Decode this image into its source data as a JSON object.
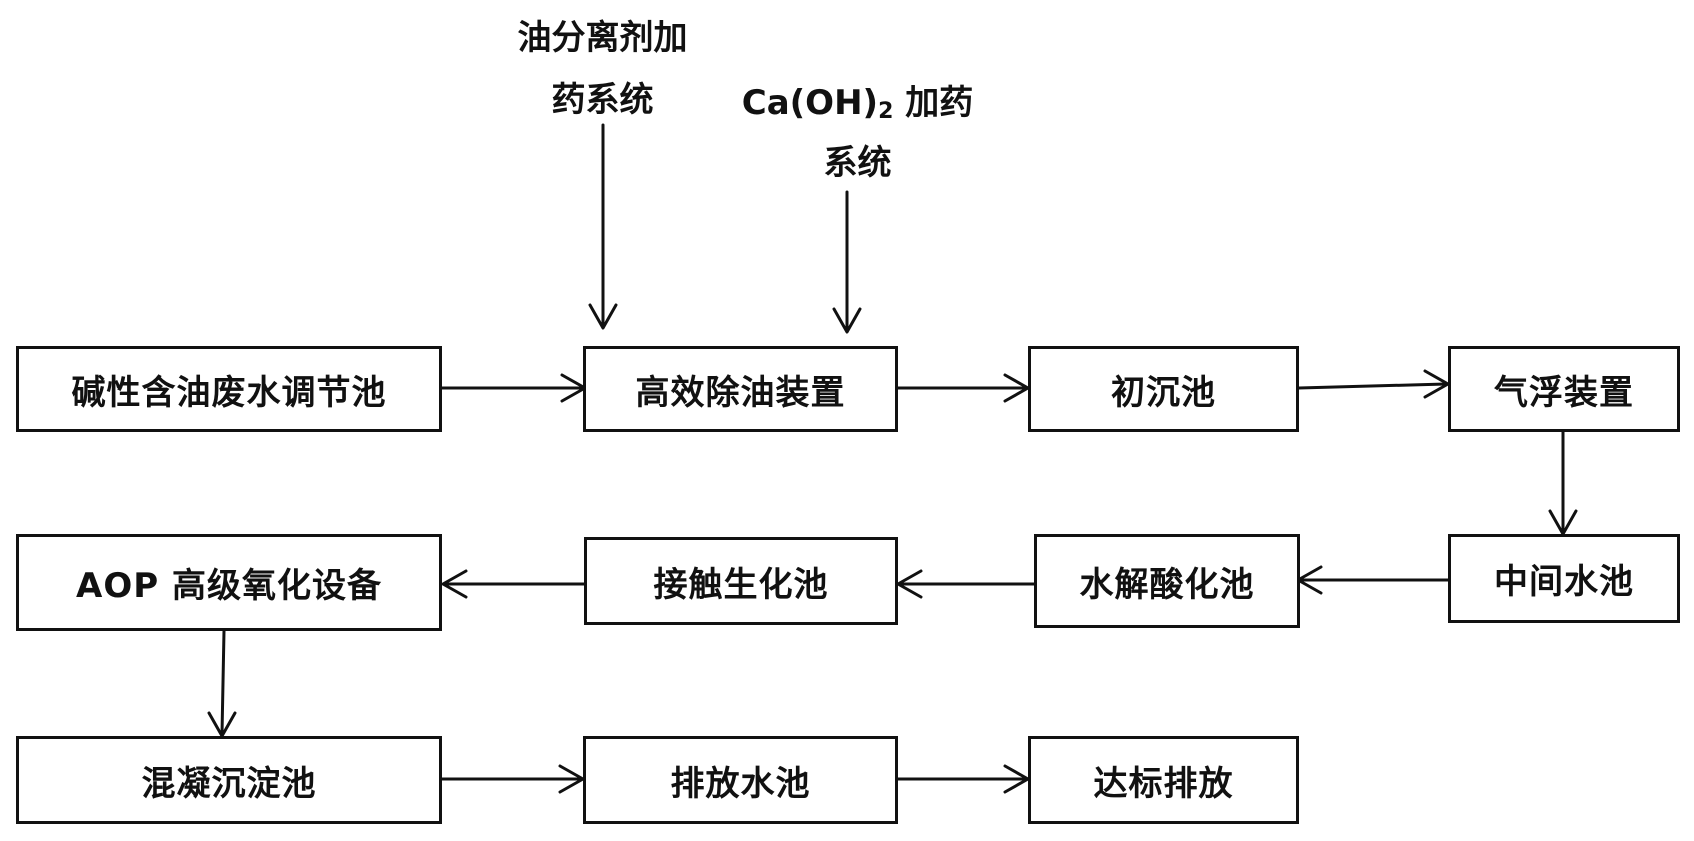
{
  "nodes": {
    "equalization_tank": "碱性含油废水调节池",
    "oil_removal_device": "高效除油装置",
    "primary_settling_tank": "初沉池",
    "air_flotation_device": "气浮装置",
    "intermediate_tank": "中间水池",
    "hydrolysis_acidification_tank": "水解酸化池",
    "contact_biochemical_tank": "接触生化池",
    "aop_equipment": "AOP 高级氧化设备",
    "coagulation_sedimentation_tank": "混凝沉淀池",
    "discharge_tank": "排放水池",
    "compliant_discharge": "达标排放"
  },
  "dosing": {
    "oil_separator_line1": "油分离剂加",
    "oil_separator_line2": "药系统",
    "caoh2_prefix": "Ca(OH)",
    "caoh2_subscript": "2",
    "caoh2_suffix": " 加药",
    "caoh2_line2": "系统"
  }
}
